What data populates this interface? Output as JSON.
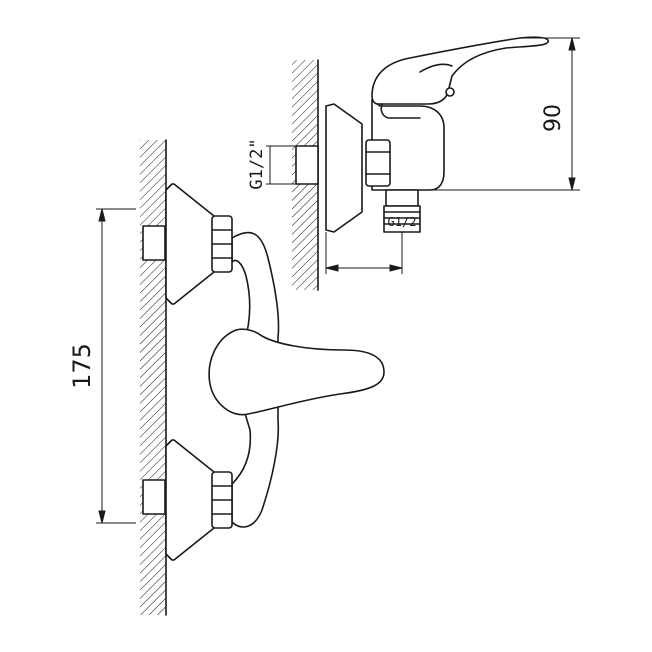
{
  "drawing": {
    "labels": {
      "height_dim": "90",
      "spacing_dim": "175",
      "thread_vertical": "G1/2\"",
      "thread_bottom": "G1/2"
    },
    "colors": {
      "line": "#1a1a1a",
      "background": "#ffffff"
    }
  }
}
